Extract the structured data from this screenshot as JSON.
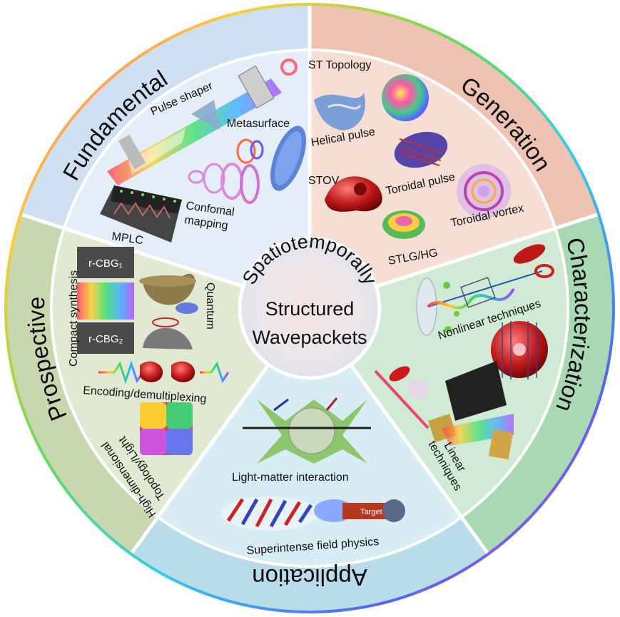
{
  "center": {
    "line1": "Spatiotemporally",
    "line2": "Structured",
    "line3": "Wavepackets"
  },
  "sectors": {
    "fundamental": {
      "title": "Fundamental",
      "color": "#cfe0f2"
    },
    "generation": {
      "title": "Generation",
      "color": "#eec3b2"
    },
    "characterization": {
      "title": "Characterization",
      "color": "#a9d9b2"
    },
    "application": {
      "title": "Application",
      "color": "#b9dcea"
    },
    "prospective": {
      "title": "Prospective",
      "color": "#c9d7ae"
    }
  },
  "labels": {
    "pulse_shaper": "Pulse shaper",
    "metasurface": "Metasurface",
    "confomal_1": "Confomal",
    "confomal_2": "mapping",
    "mplc": "MPLC",
    "st_topology": "ST Topology",
    "helical_pulse": "Helical pulse",
    "stov": "STOV",
    "toroidal_pulse": "Toroidal pulse",
    "toroidal_vortex": "Toroidal vortex",
    "stlg_hg": "STLG/HG",
    "nonlinear": "Nonlinear techniques",
    "linear_1": "Linear",
    "linear_2": "techniques",
    "light_matter": "Light-matter interaction",
    "superintense": "Superintense field physics",
    "target": "Target",
    "compact_synthesis": "Compact synthesis",
    "quantum": "Quantum",
    "encoding": "Encoding/demultiplexing",
    "high_dim_1": "High-dimensional",
    "high_dim_2": "Topology/Light",
    "rcbg1": "r-CBG₁",
    "rcbg2": "r-CBG₂"
  }
}
